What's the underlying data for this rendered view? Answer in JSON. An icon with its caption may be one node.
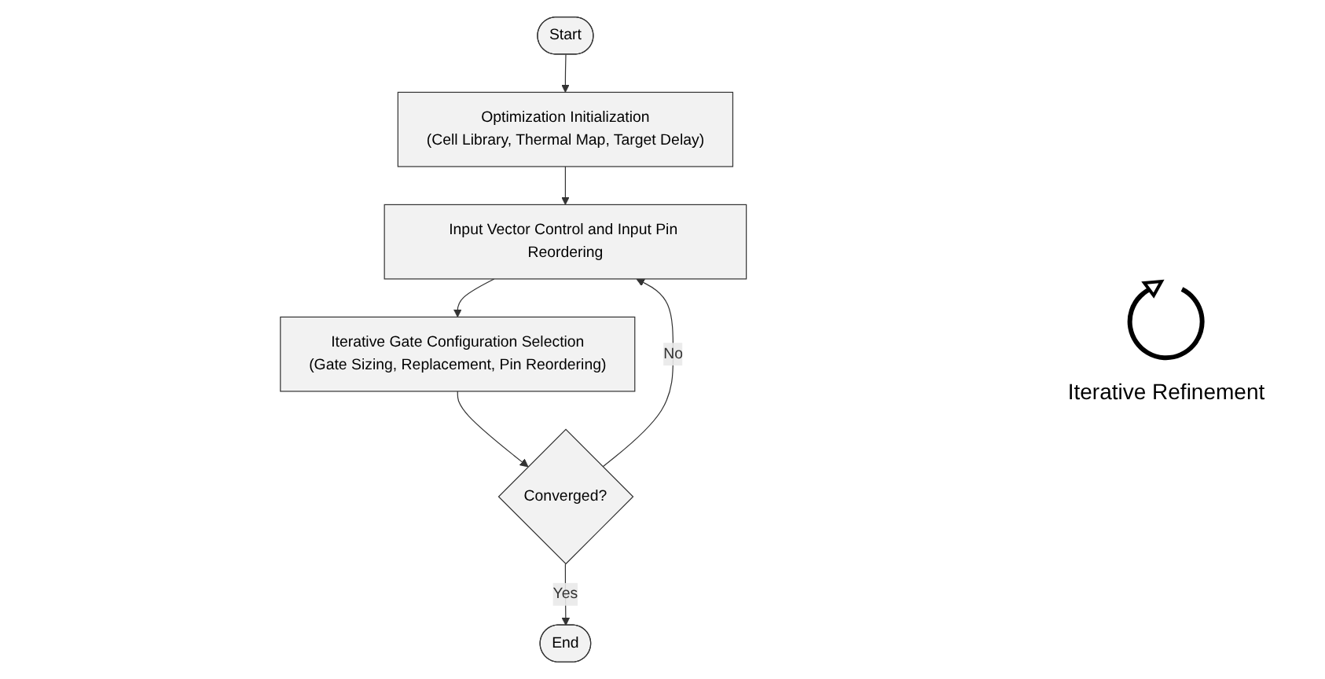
{
  "diagram": {
    "nodes": [
      {
        "text": [
          "End"
        ]
      },
      {
        "text": [
          "Start"
        ]
      },
      {
        "text": [
          "Optimization Initialization",
          "(Cell Library, Thermal Map, Target Delay)"
        ]
      },
      {
        "text": [
          "Converged?"
        ]
      },
      {
        "text": [
          "Input Vector Control and Input Pin Reordering"
        ]
      },
      {
        "text": [
          "Iterative Gate Configuration Selection",
          "(Gate Sizing, Replacement, Pin Reordering)"
        ]
      }
    ],
    "edges": [
      {
        "from": 1,
        "to": 2,
        "arrow": "to"
      },
      {
        "from": 2,
        "to": 4,
        "arrow": "to"
      },
      {
        "from": 4,
        "to": 5,
        "arrow": "to"
      },
      {
        "from": 5,
        "to": 3,
        "arrow": "to"
      },
      {
        "from": 3,
        "to": 4,
        "arrow": "to",
        "label": "No"
      },
      {
        "from": 3,
        "to": 0,
        "arrow": "to",
        "label": "Yes"
      }
    ],
    "labels": [
      "Iterative Refinement"
    ]
  }
}
